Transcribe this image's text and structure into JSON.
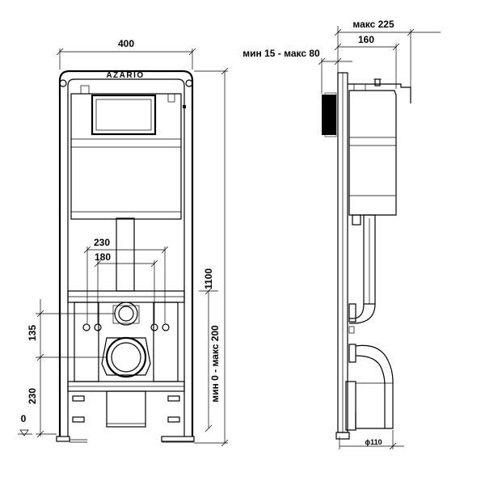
{
  "brand": "AZARIO",
  "front_view": {
    "dim_width": "400",
    "dim_height": "1100",
    "dim_leg_range": "мин 0 - макс 200",
    "dim_bolt_outer": "230",
    "dim_bolt_inner": "180",
    "dim_pipe_spacing": "135",
    "dim_drain_height": "230",
    "dim_floor": "0"
  },
  "side_view": {
    "dim_max_depth": "макс 225",
    "dim_depth": "160",
    "dim_wall_range": "мин 15 - макс 80",
    "dim_drain_diameter": "ϕ110"
  }
}
